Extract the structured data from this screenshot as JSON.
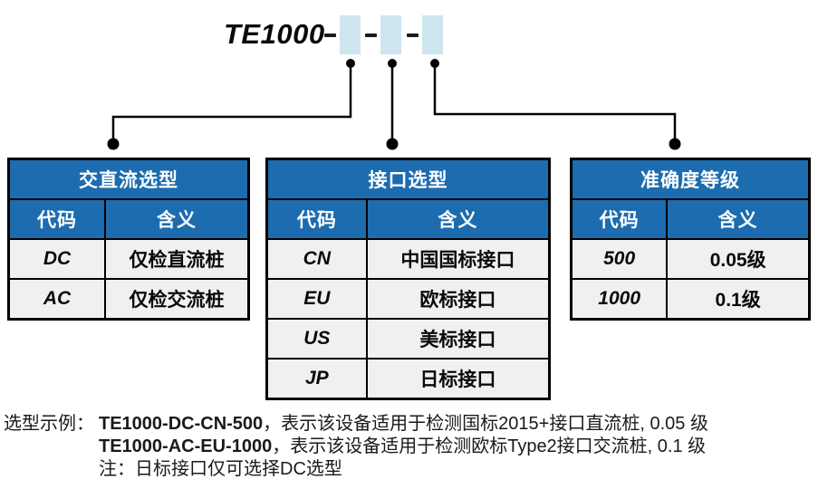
{
  "header": {
    "model_name": "TE1000",
    "separator": "-",
    "placeholder_box_count": 3
  },
  "colors": {
    "table_header_blue": "#1c6caf",
    "row_gray": "#f0f0f0",
    "placeholder_light_blue": "#cde6f0",
    "line_black": "#000000"
  },
  "tables": [
    {
      "title": "交直流选型",
      "col_code": "代码",
      "col_meaning": "含义",
      "rows": [
        {
          "code": "DC",
          "meaning": "仅检直流桩"
        },
        {
          "code": "AC",
          "meaning": "仅检交流桩"
        }
      ]
    },
    {
      "title": "接口选型",
      "col_code": "代码",
      "col_meaning": "含义",
      "rows": [
        {
          "code": "CN",
          "meaning": "中国国标接口"
        },
        {
          "code": "EU",
          "meaning": "欧标接口"
        },
        {
          "code": "US",
          "meaning": "美标接口"
        },
        {
          "code": "JP",
          "meaning": "日标接口"
        }
      ]
    },
    {
      "title": "准确度等级",
      "col_code": "代码",
      "col_meaning": "含义",
      "rows": [
        {
          "code": "500",
          "meaning": "0.05级"
        },
        {
          "code": "1000",
          "meaning": "0.1级"
        }
      ]
    }
  ],
  "footer": {
    "label": "选型示例：",
    "examples": [
      {
        "model": "TE1000-DC-CN-500",
        "desc": "，表示该设备适用于检测国标2015+接口直流桩, 0.05 级"
      },
      {
        "model": "TE1000-AC-EU-1000",
        "desc": "，表示该设备适用于检测欧标Type2接口交流桩, 0.1 级"
      }
    ],
    "note": "注：日标接口仅可选择DC选型"
  }
}
